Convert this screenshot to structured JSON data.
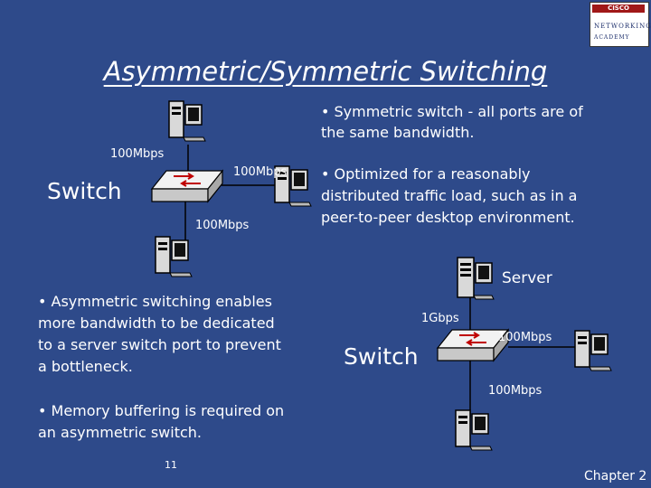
{
  "slide": {
    "title": "Asymmetric/Symmetric Switching",
    "logo": {
      "line1": "CISCO SYSTEMS",
      "line2": "NETWORKING",
      "line3": "ACADEMY"
    },
    "symmetric_bullet_1": "• Symmetric switch -  all ports are of",
    "symmetric_bullet_1b": "the same bandwidth.",
    "symmetric_bullet_2a": "• Optimized for a reasonably",
    "symmetric_bullet_2b": "distributed traffic load, such as in a",
    "symmetric_bullet_2c": "peer-to-peer desktop environment.",
    "asym_bullet_1a": "• Asymmetric switching enables",
    "asym_bullet_1b": "more bandwidth to be dedicated",
    "asym_bullet_1c": "to a server switch port to prevent",
    "asym_bullet_1d": "a bottleneck.",
    "asym_bullet_2a": "• Memory buffering is required on",
    "asym_bullet_2b": "an asymmetric switch.",
    "sym_diagram": {
      "switch_label": "Switch",
      "link_top": "100Mbps",
      "link_right": "100Mbps",
      "link_bottom": "100Mbps"
    },
    "asym_diagram": {
      "switch_label": "Switch",
      "server_label": "Server",
      "link_server": "1Gbps",
      "link_right": "100Mbps",
      "link_bottom": "100Mbps"
    },
    "page_number": "11",
    "chapter": "Chapter 2"
  }
}
